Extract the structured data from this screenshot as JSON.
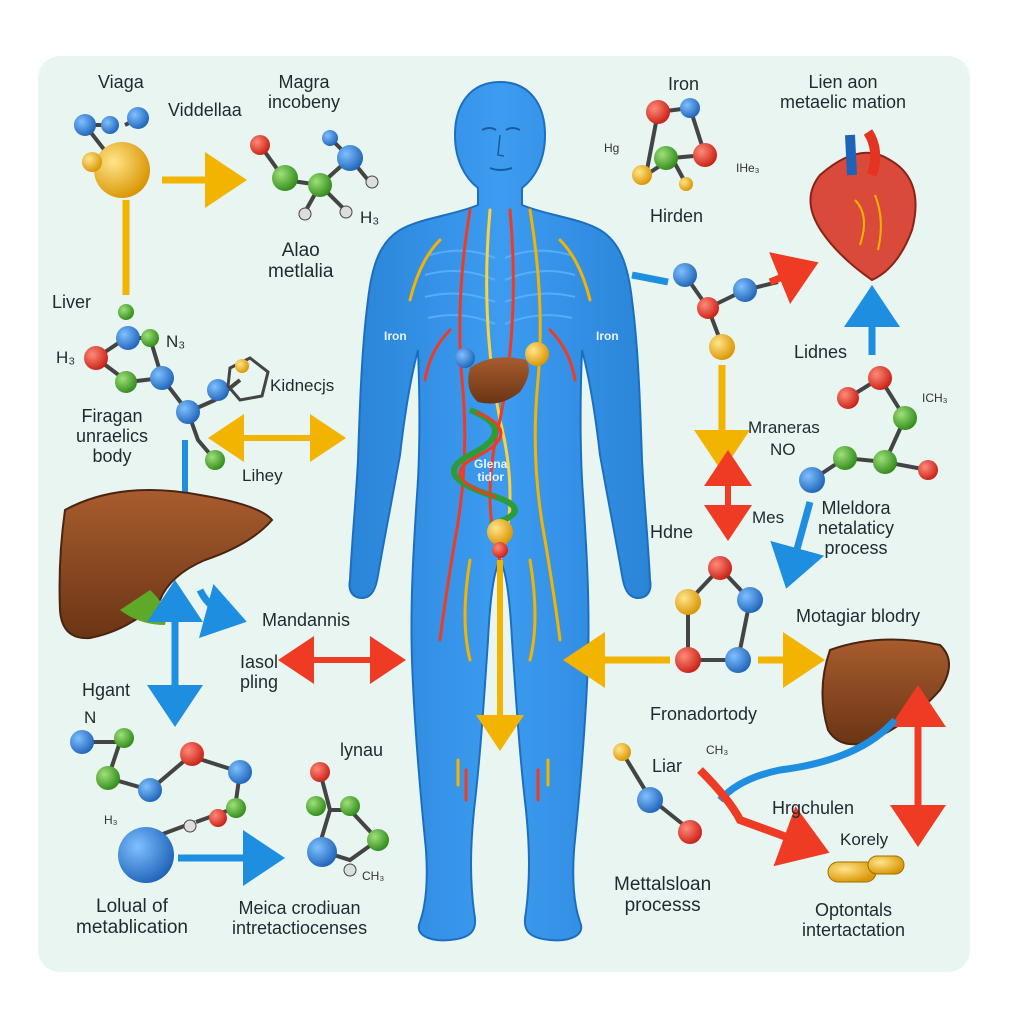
{
  "colors": {
    "panel": "#e8f5f1",
    "body": "#2f8fe0",
    "body_outline": "#1c6fc0",
    "arrow_yellow": "#f2b400",
    "arrow_red": "#ef3b24",
    "arrow_blue": "#1e8fe0",
    "liver": "#8a4a22",
    "atom_red": "#e53322",
    "atom_blue": "#2a78c8",
    "atom_green": "#4caf2a",
    "atom_yellow": "#f0b418"
  },
  "labels": {
    "viaga": "Viaga",
    "viddellaa": "Viddellaa",
    "magra_incobeny": "Magra\nincobeny",
    "iron_top": "Iron",
    "lien_aon": "Lien aon\nmetaelic mation",
    "h_small_top": "Hg",
    "ih3_small": "IHe₃",
    "hirden": "Hirden",
    "h3_mid": "H₃",
    "alao_metlalia": "Alao\nmetlalia",
    "liver": "Liver",
    "ns_small": "N₃",
    "h_left": "H₃",
    "kidnecjs": "Kidnecjs",
    "firagan": "Firagan\nunraelics\nbody",
    "lihey": "Lihey",
    "iron_left_body": "Iron",
    "iron_right_body": "Iron",
    "body_center": "Glena\ntidor",
    "lidnes": "Lidnes",
    "ich3": "ICH₃",
    "mraneras": "Mraneras",
    "no_small": "NO",
    "mleldora": "Mleldora\nnetalaticy\nprocess",
    "hdne": "Hdne",
    "mes": "Mes",
    "mandannis": "Mandannis",
    "iasol_pling": "Iasol\npling",
    "motagiar_blodry": "Motagiar blodry",
    "hgant": "Hgant",
    "n_small": "N",
    "fronadortody": "Fronadortody",
    "lynau": "lynau",
    "h3_bottom": "H₃",
    "ch3_bottom": "CH₃",
    "liar": "Liar",
    "ch3_right": "CH₃",
    "hrgchulen": "Hrgchulen",
    "korely": "Korely",
    "lolual": "Lolual of\nmetablication",
    "meica": "Meica crodiuan\nintretactiocenses",
    "mettalsloan": "Mettalsloan\nprocesss",
    "optontals": "Optontals\nintertactation"
  }
}
